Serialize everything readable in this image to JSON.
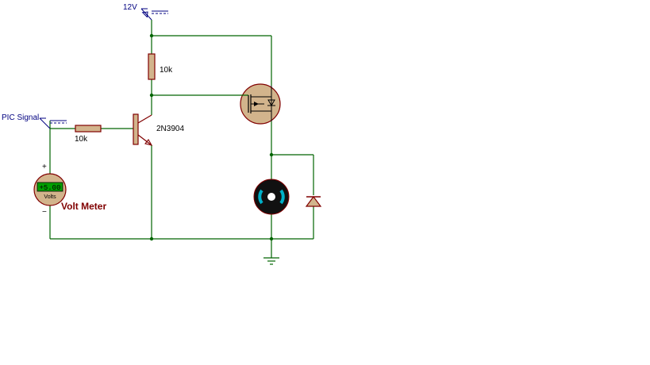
{
  "circuit": {
    "supply_label": "12V",
    "input_label": "PIC Signal",
    "collector_resistor_label": "10k",
    "base_resistor_label": "10k",
    "transistor_label": "2N3904",
    "meter": {
      "name_label": "Volt Meter",
      "reading": "+5.00",
      "unit": "Volts",
      "plus_sign": "+",
      "minus_sign": "−"
    }
  },
  "colors": {
    "wire": "#006400",
    "component": "#800000",
    "body_fill": "#d2b48c",
    "meter_display": "#00a000",
    "motor_accent": "#00b0c8",
    "terminal_label": "#000080"
  }
}
